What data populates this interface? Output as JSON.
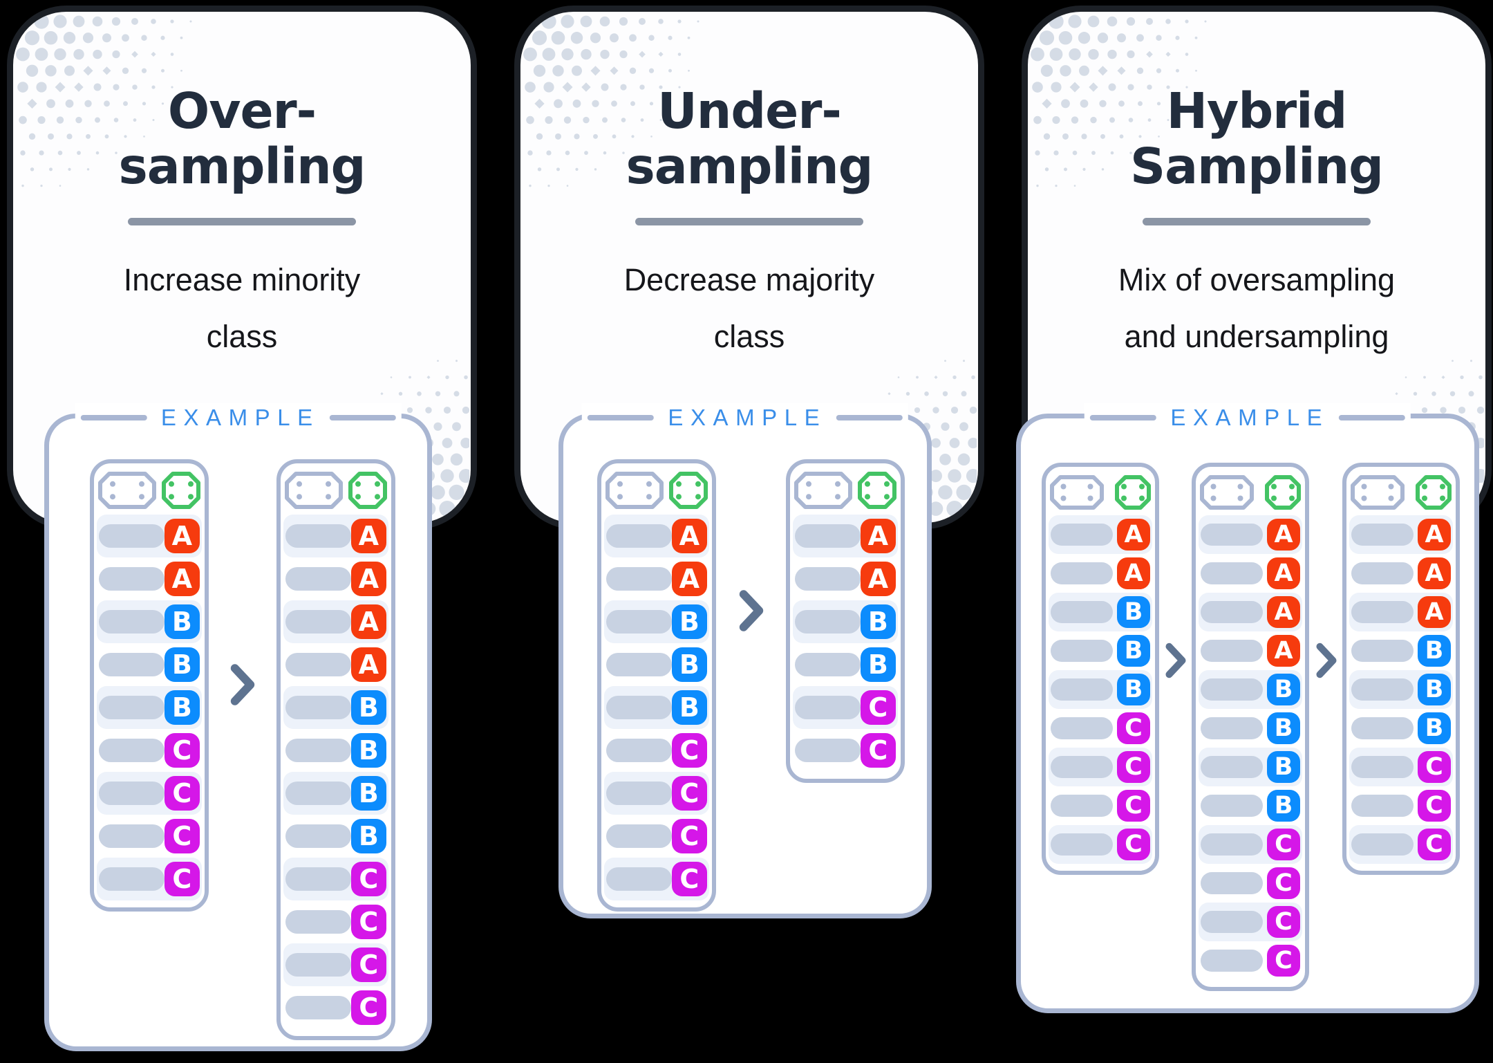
{
  "colors": {
    "page_background": "#000000",
    "card_background": "#fdfdfe",
    "card_border": "#1c2026",
    "title_text": "#222d3d",
    "description_text": "#15161a",
    "divider": "#8b95a5",
    "example_text": "#3a8ee9",
    "panel_border": "#a9b6d2",
    "pill": "#c8d2e2",
    "row_stripe": "#edf2fa",
    "arrow": "#5e7390",
    "halftone_dot": "#d5dce6",
    "label_green": "#43c364",
    "class_a": "#f63b0e",
    "class_b": "#0c8cfd",
    "class_c": "#d517e8"
  },
  "icons": {
    "transform_arrow": "chevron-right",
    "feature_column_chip": "octagon-outline-gray",
    "label_column_chip": "octagon-outline-green"
  },
  "cards": [
    {
      "id": "oversampling",
      "title_lines": [
        "Over-",
        "sampling"
      ],
      "description_lines": [
        "Increase minority",
        "class"
      ],
      "example_label": "EXAMPLE",
      "tables": [
        {
          "name": "original-dataset",
          "rows": [
            "A",
            "A",
            "B",
            "B",
            "B",
            "C",
            "C",
            "C",
            "C"
          ]
        },
        {
          "name": "oversampled-dataset",
          "rows": [
            "A",
            "A",
            "A",
            "A",
            "B",
            "B",
            "B",
            "B",
            "C",
            "C",
            "C",
            "C"
          ]
        }
      ]
    },
    {
      "id": "undersampling",
      "title_lines": [
        "Under-",
        "sampling"
      ],
      "description_lines": [
        "Decrease majority",
        "class"
      ],
      "example_label": "EXAMPLE",
      "tables": [
        {
          "name": "original-dataset",
          "rows": [
            "A",
            "A",
            "B",
            "B",
            "B",
            "C",
            "C",
            "C",
            "C"
          ]
        },
        {
          "name": "undersampled-dataset",
          "rows": [
            "A",
            "A",
            "B",
            "B",
            "C",
            "C"
          ]
        }
      ]
    },
    {
      "id": "hybrid-sampling",
      "title_lines": [
        "Hybrid",
        "Sampling"
      ],
      "description_lines": [
        "Mix of oversampling",
        "and undersampling"
      ],
      "example_label": "EXAMPLE",
      "tables": [
        {
          "name": "original-dataset",
          "rows": [
            "A",
            "A",
            "B",
            "B",
            "B",
            "C",
            "C",
            "C",
            "C"
          ]
        },
        {
          "name": "oversampled-dataset",
          "rows": [
            "A",
            "A",
            "A",
            "A",
            "B",
            "B",
            "B",
            "B",
            "C",
            "C",
            "C",
            "C"
          ]
        },
        {
          "name": "hybrid-dataset",
          "rows": [
            "A",
            "A",
            "A",
            "B",
            "B",
            "B",
            "C",
            "C",
            "C"
          ]
        }
      ]
    }
  ]
}
